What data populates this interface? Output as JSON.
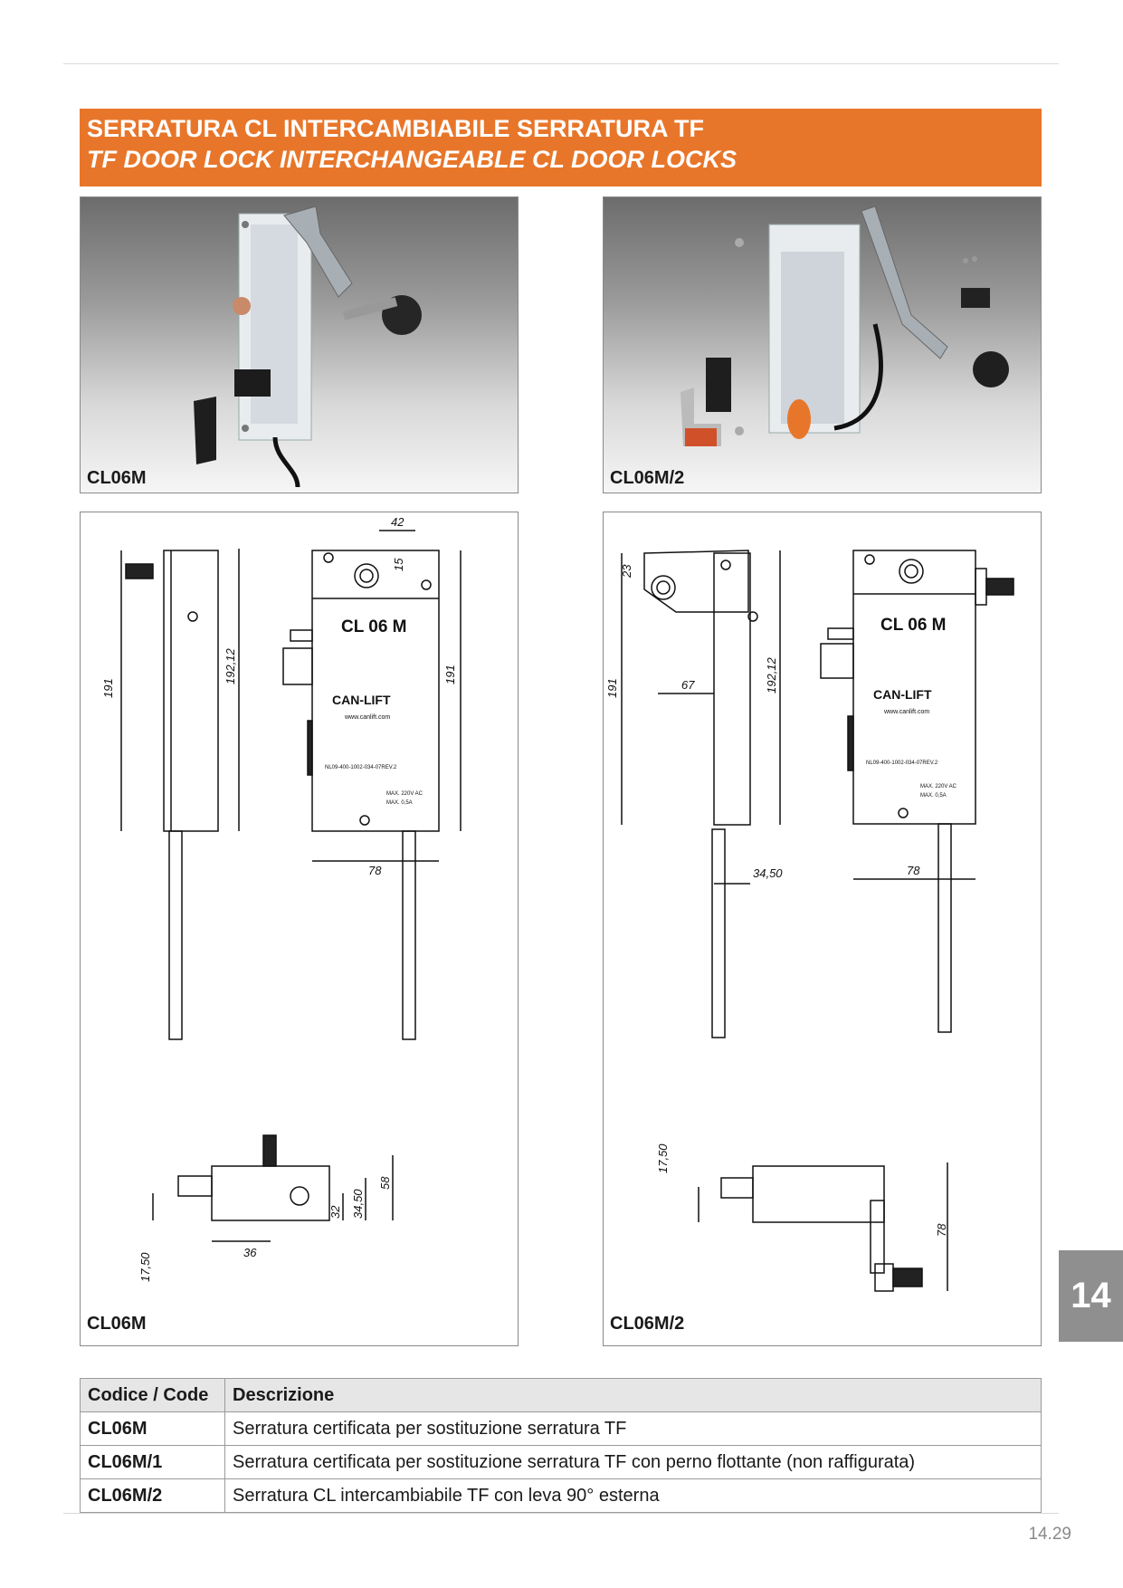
{
  "header": {
    "title_it": "SERRATURA CL INTERCAMBIABILE SERRATURA TF",
    "title_en": "TF DOOR LOCK INTERCHANGEABLE CL DOOR LOCKS"
  },
  "photos": [
    {
      "caption": "CL06M"
    },
    {
      "caption": "CL06M/2"
    }
  ],
  "drawings": [
    {
      "caption": "CL06M",
      "label": "CL 06 M",
      "brand": "CAN-LIFT",
      "web": "www.canlift.com",
      "rating1": "MAX. 220V AC",
      "rating2": "MAX. 0,5A",
      "cert": "NL09-400-1002-034-07REV.2",
      "dims": {
        "d42": "42",
        "d15": "15",
        "d19212": "192,12",
        "d191a": "191",
        "d191b": "191",
        "d78": "78",
        "d1750": "17,50",
        "d36": "36",
        "d32": "32",
        "d3450": "34,50",
        "d58": "58"
      }
    },
    {
      "caption": "CL06M/2",
      "label": "CL 06 M",
      "brand": "CAN-LIFT",
      "web": "www.canlift.com",
      "rating1": "MAX. 220V AC",
      "rating2": "MAX. 0,5A",
      "cert": "NL09-400-1002-034-07REV.2",
      "dims": {
        "d23": "23",
        "d191": "191",
        "d67": "67",
        "d19212": "192,12",
        "d3450": "34,50",
        "d78": "78",
        "d1750": "17,50",
        "d78b": "78"
      }
    }
  ],
  "table": {
    "headers": [
      "Codice / Code",
      "Descrizione"
    ],
    "rows": [
      {
        "code": "CL06M",
        "desc": "Serratura certificata per sostituzione serratura TF"
      },
      {
        "code": "CL06M/1",
        "desc": "Serratura certificata per sostituzione serratura TF con perno flottante (non raffigurata)"
      },
      {
        "code": "CL06M/2",
        "desc": "Serratura CL intercambiabile TF con leva 90° esterna"
      }
    ]
  },
  "side_tab": "14",
  "page_number": "14.29"
}
